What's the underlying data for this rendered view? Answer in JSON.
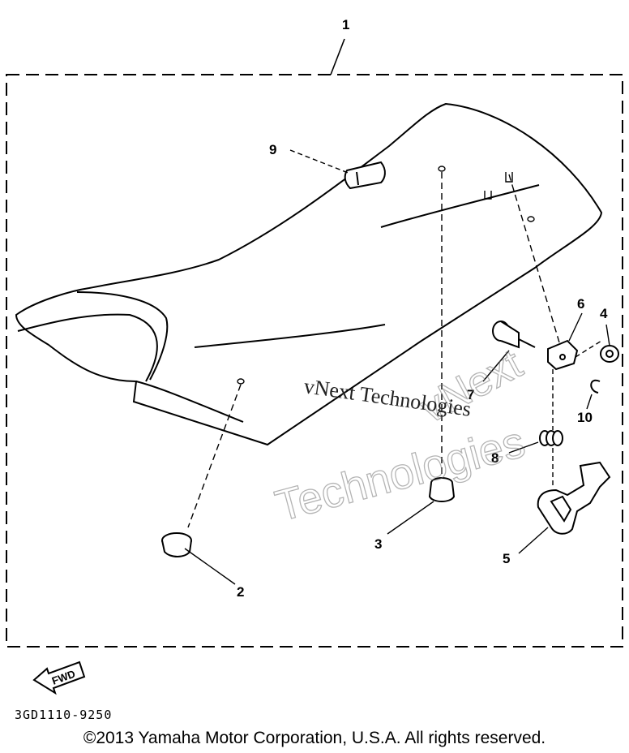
{
  "callouts": {
    "c1": "1",
    "c2": "2",
    "c3": "3",
    "c4": "4",
    "c5": "5",
    "c6": "6",
    "c7": "7",
    "c8": "8",
    "c9": "9",
    "c10": "10"
  },
  "watermark": {
    "line1": "vNext Technologies",
    "arc_top": "vNext",
    "arc_bottom": "Technologies"
  },
  "fwd_label": "FWD",
  "diagram_code": "3GD1110-9250",
  "copyright": "©2013 Yamaha Motor Corporation, U.S.A. All rights reserved."
}
